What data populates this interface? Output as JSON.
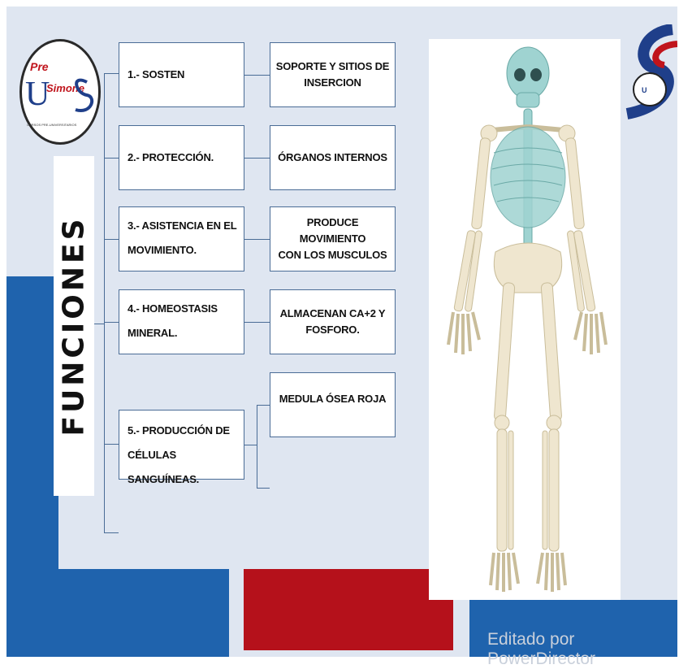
{
  "side_title": "FUNCIONES",
  "logo": {
    "pre": "Pre",
    "simone": "Simone",
    "u": "U",
    "caption": "CURSOS PRE-UNIVERSITARIOS"
  },
  "functions": [
    {
      "label": "1.- SOSTEN",
      "detail": [
        "SOPORTE Y SITIOS DE",
        "INSERCION"
      ]
    },
    {
      "label": "2.- PROTECCIÓN.",
      "detail": [
        "ÓRGANOS INTERNOS"
      ]
    },
    {
      "label_lines": [
        "3.- ASISTENCIA EN EL",
        "MOVIMIENTO."
      ],
      "detail": [
        "PRODUCE MOVIMIENTO",
        "CON LOS MUSCULOS"
      ]
    },
    {
      "label_lines": [
        "4.- HOMEOSTASIS",
        "MINERAL."
      ],
      "detail": [
        "ALMACENAN CA+2 Y",
        "FOSFORO."
      ]
    },
    {
      "label_lines": [
        "5.- PRODUCCIÓN DE",
        "CÉLULAS SANGUÍNEAS."
      ],
      "detail": [
        "MEDULA ÓSEA ROJA"
      ]
    }
  ],
  "watermark": "Editado por PowerDirector",
  "colors": {
    "blue": "#1f63ad",
    "red": "#b5111b",
    "background": "#dfe6f1",
    "bone": "#efe6cf",
    "axial": "#9fd3d1"
  },
  "icons": {
    "skeleton": "human-skeleton-illustration",
    "corner_logo": "school-logo-icon"
  }
}
